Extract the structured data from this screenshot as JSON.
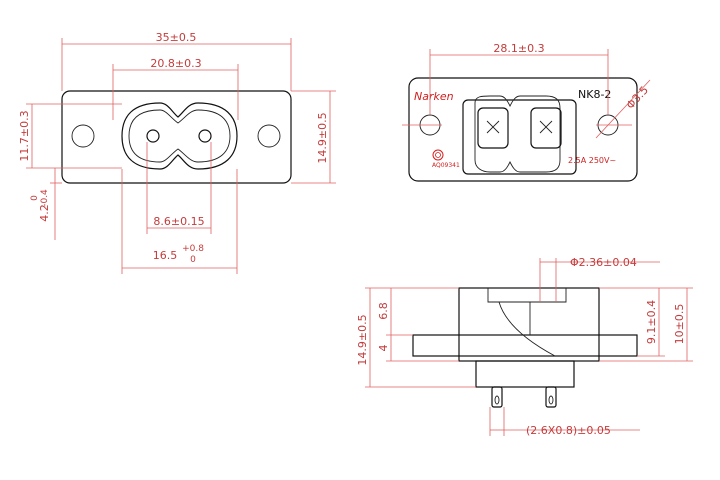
{
  "front_view": {
    "width_dim": "35±0.5",
    "opening_dim": "20.8±0.3",
    "height_dim": "11.7±0.3",
    "body_height_dim": "14.9±0.5",
    "offset_dim_main": "4.2",
    "offset_dim_upper": "0",
    "offset_dim_lower": "-0.4",
    "pin_pitch_dim": "8.6±0.15",
    "inner_width_main": "16.5",
    "inner_width_upper": "+0.8",
    "inner_width_lower": "0"
  },
  "rear_view": {
    "width_dim": "28.1±0.3",
    "hole_dim": "Φ3.5",
    "brand": "Narken",
    "model": "NK8-2",
    "cert_code": "AQ09341",
    "rating": "2.5A 250V~"
  },
  "side_view": {
    "pin_dia_dim": "Φ2.36±0.04",
    "height_dim": "14.9±0.5",
    "flange_dim_a": "6.8",
    "flange_dim_b": "4",
    "depth_dim": "9.1±0.4",
    "depth_dim_b": "10±0.5",
    "slot_dim": "(2.6X0.8)±0.05"
  }
}
